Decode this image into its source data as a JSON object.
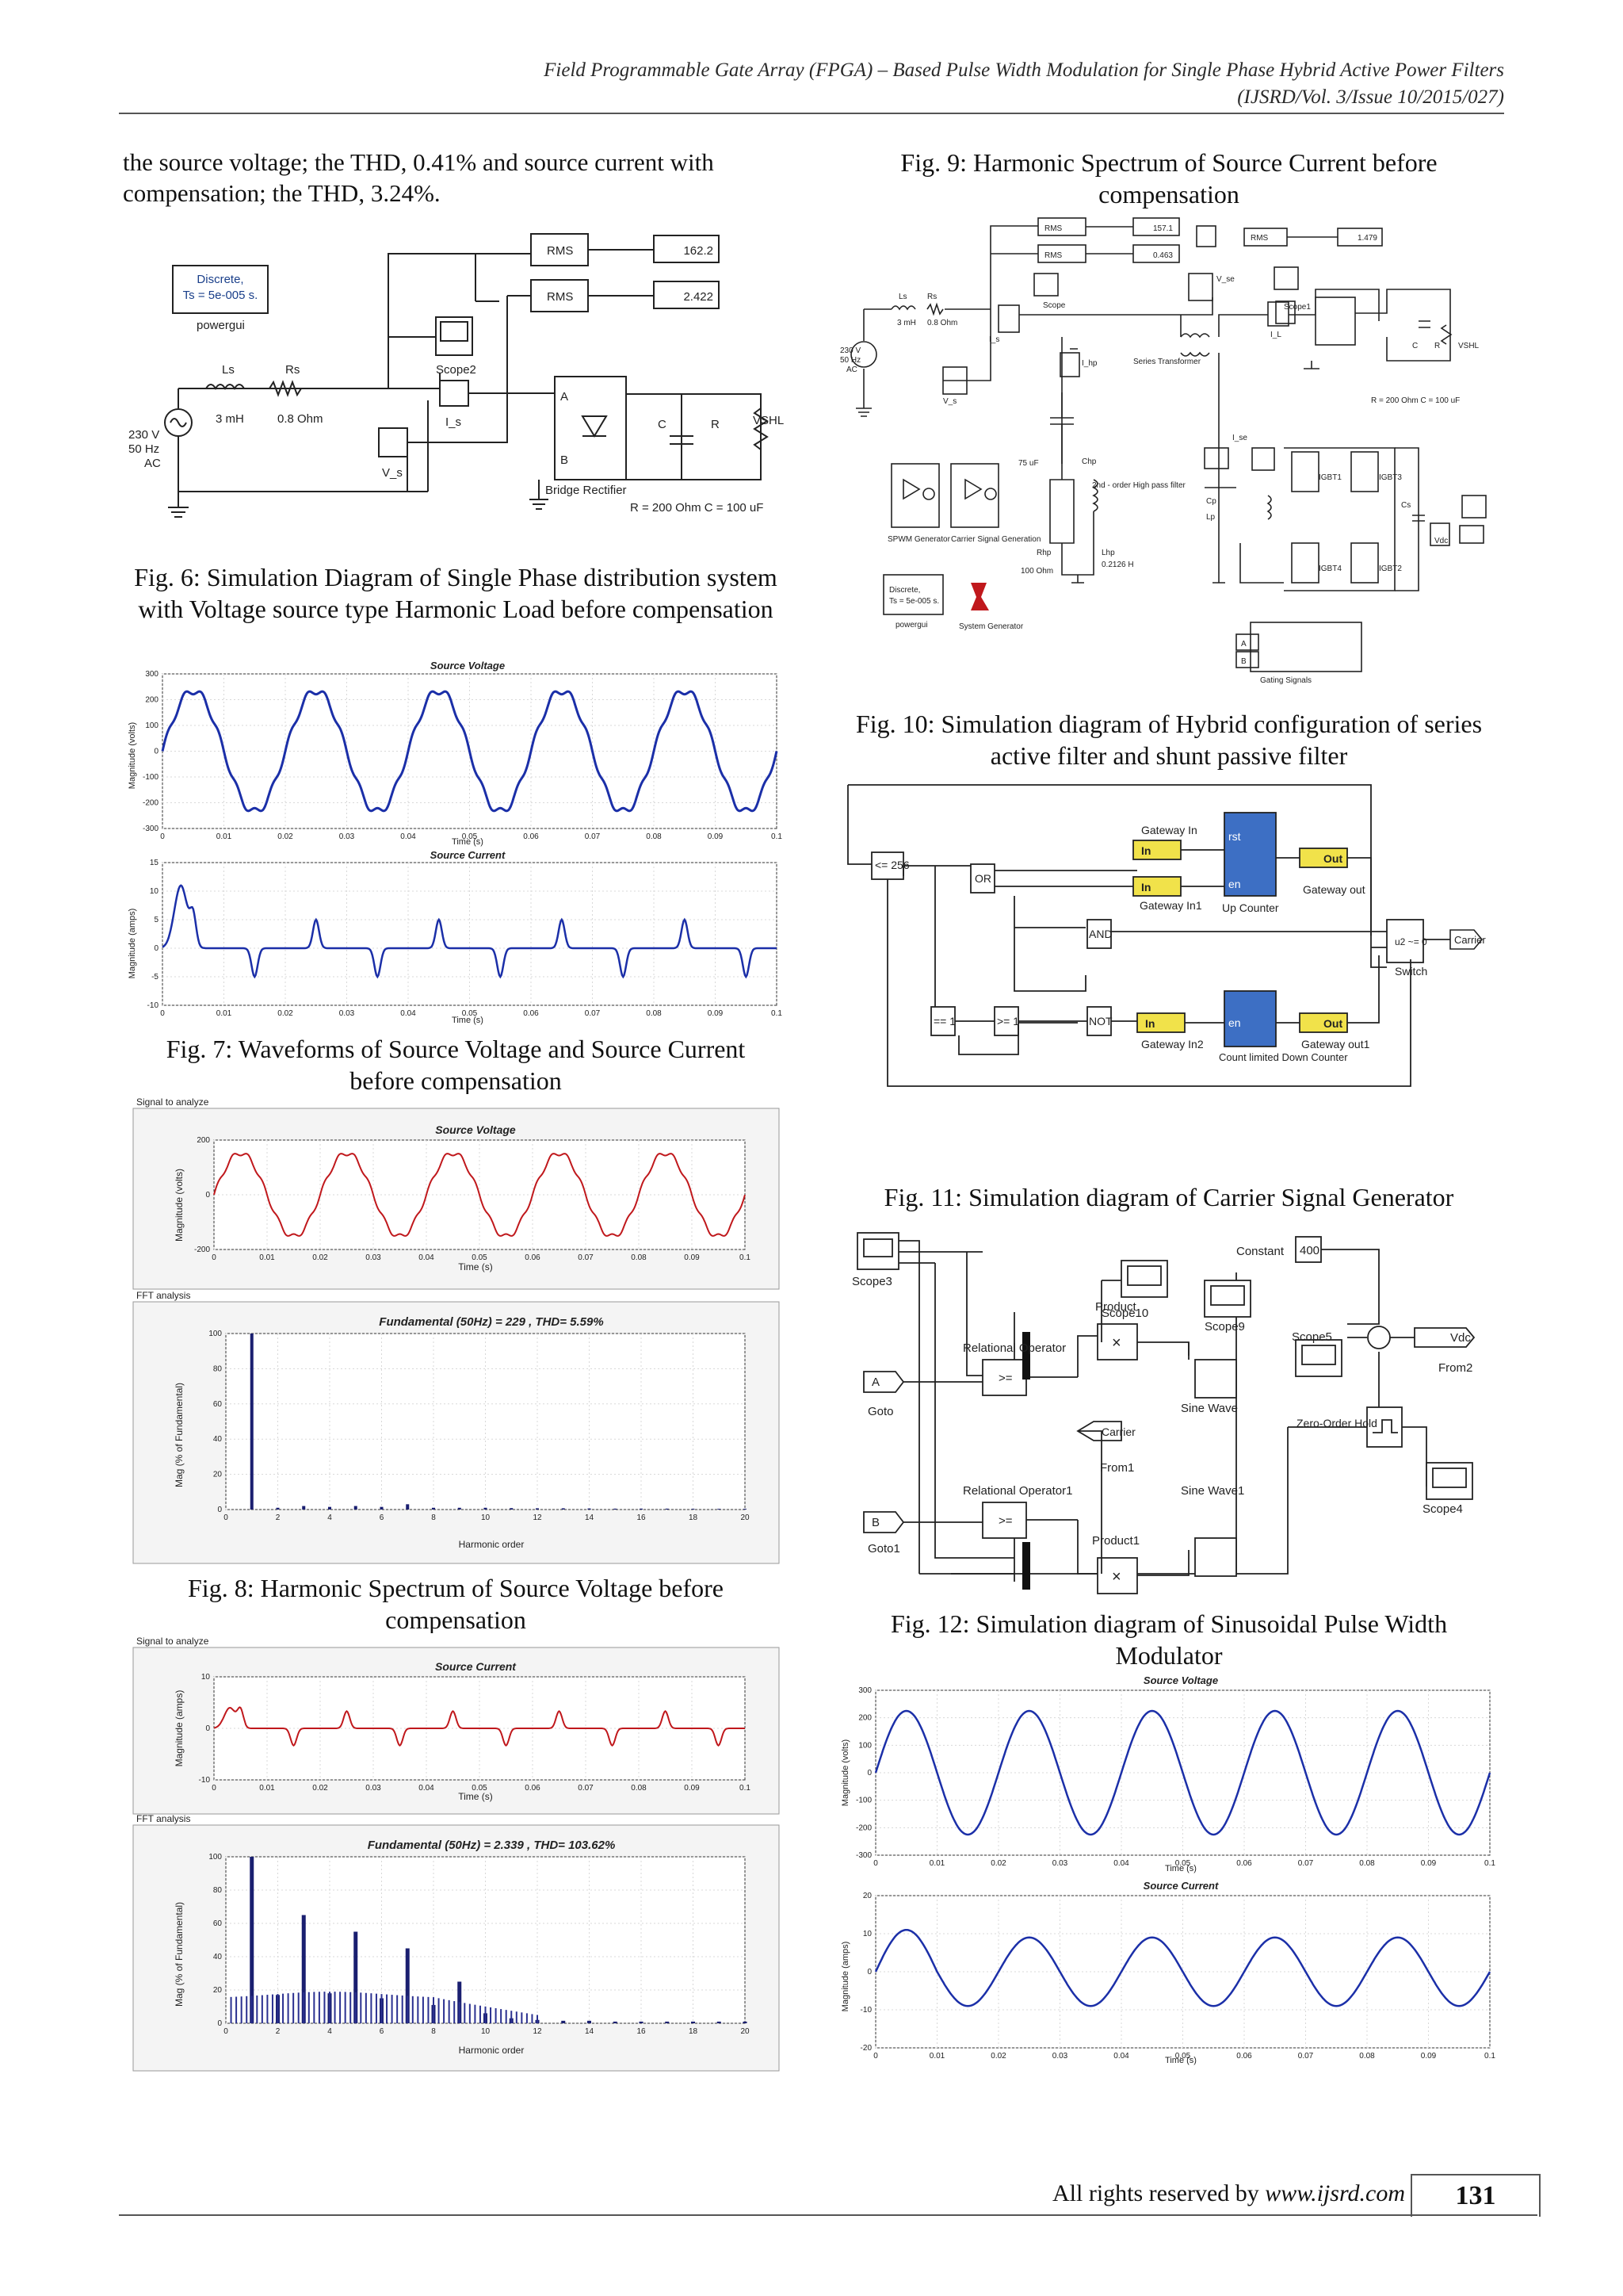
{
  "header": {
    "line1": "Field Programmable Gate Array (FPGA) – Based Pulse Width Modulation for Single Phase Hybrid Active Power Filters",
    "line2": "(IJSRD/Vol. 3/Issue 10/2015/027)"
  },
  "body_text": "the source voltage; the THD, 0.41% and source current with compensation; the THD, 3.24%.",
  "figures": {
    "fig6": {
      "caption": "Fig. 6: Simulation Diagram of Single Phase distribution system with Voltage source type Harmonic Load before compensation",
      "powergui_line1": "Discrete,",
      "powergui_line2": "Ts = 5e-005 s.",
      "powergui_name": "powergui",
      "ls": "Ls",
      "ls_val": "3 mH",
      "rs": "Rs",
      "rs_val": "0.8 Ohm",
      "source_line1": "230 V",
      "source_line2": "50 Hz",
      "source_line3": "AC",
      "rms1": "RMS",
      "rms2": "RMS",
      "display1": "162.2",
      "display2": "2.422",
      "scope2": "Scope2",
      "is": "I_s",
      "vs": "V_s",
      "bridge": "Bridge Rectifier",
      "c": "C",
      "r": "R",
      "vshl": "VSHL",
      "load": "R = 200 Ohm C = 100 uF",
      "a": "A",
      "b": "B"
    },
    "fig7": {
      "caption": "Fig. 7: Waveforms of Source Voltage and Source Current before compensation",
      "plot1_title": "Source Voltage",
      "plot1_ylabel": "Magnitude (volts)",
      "plot1_yticks": [
        "300",
        "200",
        "100",
        "0",
        "-100",
        "-200",
        "-300"
      ],
      "plot2_title": "Source Current",
      "plot2_ylabel": "Magnitude (amps)",
      "plot2_yticks": [
        "15",
        "10",
        "5",
        "0",
        "-5",
        "-10"
      ],
      "xticks": [
        "0",
        "0.01",
        "0.02",
        "0.03",
        "0.04",
        "0.05",
        "0.06",
        "0.07",
        "0.08",
        "0.09",
        "0.1"
      ],
      "xlabel": "Time (s)"
    },
    "fig8": {
      "caption": "Fig. 8: Harmonic Spectrum of Source Voltage before compensation",
      "signal_label": "Signal to analyze",
      "fft_label": "FFT analysis",
      "plot_title": "Source Voltage",
      "ylabel": "Magnitude (volts)",
      "yticks": [
        "200",
        "0",
        "-200"
      ],
      "xticks": [
        "0",
        "0.01",
        "0.02",
        "0.03",
        "0.04",
        "0.05",
        "0.06",
        "0.07",
        "0.08",
        "0.09",
        "0.1"
      ],
      "xlabel": "Time (s)",
      "fft_title": "Fundamental (50Hz) = 229 , THD= 5.59%",
      "fft_ylabel": "Mag (% of Fundamental)",
      "fft_yticks": [
        "100",
        "80",
        "60",
        "40",
        "20",
        "0"
      ],
      "fft_xticks": [
        "0",
        "2",
        "4",
        "6",
        "8",
        "10",
        "12",
        "14",
        "16",
        "18",
        "20"
      ],
      "fft_xlabel": "Harmonic order"
    },
    "fig9": {
      "caption": "Fig. 9: Harmonic Spectrum of Source Current before compensation",
      "signal_label": "Signal to analyze",
      "fft_label": "FFT analysis",
      "plot_title": "Source Current",
      "ylabel": "Magnitude (amps)",
      "yticks": [
        "10",
        "0",
        "-10"
      ],
      "xticks": [
        "0",
        "0.01",
        "0.02",
        "0.03",
        "0.04",
        "0.05",
        "0.06",
        "0.07",
        "0.08",
        "0.09",
        "0.1"
      ],
      "xlabel": "Time (s)",
      "fft_title": "Fundamental (50Hz) = 2.339 , THD= 103.62%",
      "fft_ylabel": "Mag (% of Fundamental)",
      "fft_yticks": [
        "100",
        "80",
        "60",
        "40",
        "20",
        "0"
      ],
      "fft_xticks": [
        "0",
        "2",
        "4",
        "6",
        "8",
        "10",
        "12",
        "14",
        "16",
        "18",
        "20"
      ],
      "fft_xlabel": "Harmonic order"
    },
    "fig10": {
      "caption": "Fig. 10: Simulation diagram of Hybrid configuration of series active filter and shunt passive filter",
      "rms": "RMS",
      "d1": "157.1",
      "d2": "0.463",
      "d3": "1.479",
      "source_line1": "230 V",
      "source_line2": "50 Hz",
      "source_line3": "AC",
      "ls": "Ls",
      "ls_val": "3 mH",
      "rs": "Rs",
      "rs_val": "0.8 Ohm",
      "scope": "Scope",
      "scope1": "Scope1",
      "is": "I_s",
      "vs": "V_s",
      "il": "I_L",
      "vse": "V_se",
      "series_transformer": "Series Transformer",
      "ihp": "I_hp",
      "ise": "I_se",
      "chp_val": "75 uF",
      "chp": "Chp",
      "hpf": "2nd - order High pass filter",
      "rhp": "Rhp",
      "rhp_val": "100 Ohm",
      "lhp": "Lhp",
      "lhp_val": "0.2126 H",
      "lp": "Lp",
      "cp": "Cp",
      "cs": "Cs",
      "vdc": "Vdc",
      "igbt1": "IGBT1",
      "igbt2": "IGBT2",
      "igbt3": "IGBT3",
      "igbt4": "IGBT4",
      "spwm": "SPWM Generator",
      "carrier": "Carrier Signal Generation",
      "powergui_line1": "Discrete,",
      "powergui_line2": "Ts = 5e-005 s.",
      "powergui_name": "powergui",
      "system_generator": "System Generator",
      "gating": "Gating Signals",
      "load": "R = 200 Ohm C = 100 uF",
      "c": "C",
      "r": "R",
      "vshl": "VSHL",
      "a": "A",
      "b": "B"
    },
    "fig11": {
      "caption": "Fig. 11: Simulation diagram of Carrier Signal Generator",
      "le256": "<= 256",
      "or": "OR",
      "and": "AND",
      "not": "NOT",
      "eq1": "== 1",
      "ge1": ">= 1",
      "gateway_in": "Gateway In",
      "gateway_in1": "Gateway In1",
      "gateway_in2": "Gateway In2",
      "gateway_out": "Gateway out",
      "gateway_out1": "Gateway out1",
      "in": "In",
      "out": "Out",
      "rst": "rst",
      "en": "en",
      "up_counter": "Up Counter",
      "count_limited": "Count limited Down Counter",
      "switch": "Switch",
      "carrier": "Carrier",
      "switch_cond": "u2 ~= 0"
    },
    "fig12": {
      "caption": "Fig. 12: Simulation diagram of Sinusoidal Pulse Width Modulator",
      "scope3": "Scope3",
      "scope10": "Scope10",
      "scope9": "Scope9",
      "scope5": "Scope5",
      "scope4": "Scope4",
      "product": "Product",
      "product1": "Product1",
      "relational": "Relational Operator",
      "relational1": "Relational Operator1",
      "ge": ">=",
      "times": "×",
      "a": "A",
      "b": "B",
      "goto": "Goto",
      "goto1": "Goto1",
      "carrier": "Carrier",
      "from1": "From1",
      "sine": "Sine Wave",
      "sine1": "Sine Wave1",
      "constant": "Constant",
      "const_val": "400",
      "vdc": "Vdc",
      "from2": "From2",
      "zoh": "Zero-Order Hold"
    },
    "fig13": {
      "plot1_title": "Source Voltage",
      "plot1_ylabel": "Magnitude (volts)",
      "plot1_yticks": [
        "300",
        "200",
        "100",
        "0",
        "-100",
        "-200",
        "-300"
      ],
      "plot2_title": "Source Current",
      "plot2_ylabel": "Magnitude (amps)",
      "plot2_yticks": [
        "20",
        "10",
        "0",
        "-10",
        "-20"
      ],
      "xticks": [
        "0",
        "0.01",
        "0.02",
        "0.03",
        "0.04",
        "0.05",
        "0.06",
        "0.07",
        "0.08",
        "0.09",
        "0.1"
      ],
      "xlabel": "Time (s)"
    }
  },
  "footer": {
    "text": "All rights reserved by ",
    "site": "www.ijsrd.com",
    "page": "131"
  },
  "chart_data": [
    {
      "type": "line",
      "title": "Source Voltage",
      "xlabel": "Time (s)",
      "ylabel": "Magnitude (volts)",
      "xlim": [
        0,
        0.1
      ],
      "ylim": [
        -300,
        300
      ],
      "series": [
        {
          "x": [
            0,
            0.005,
            0.01,
            0.015,
            0.02,
            0.025,
            0.03,
            0.035,
            0.04,
            0.045,
            0.05,
            0.055,
            0.06,
            0.065,
            0.07,
            0.075,
            0.08,
            0.085,
            0.09,
            0.095,
            0.1
          ],
          "values": [
            0,
            235,
            0,
            -235,
            0,
            235,
            0,
            -235,
            0,
            235,
            0,
            -235,
            0,
            235,
            0,
            -235,
            0,
            235,
            0,
            -235,
            0
          ]
        }
      ]
    },
    {
      "type": "line",
      "title": "Source Current",
      "xlabel": "Time (s)",
      "ylabel": "Magnitude (amps)",
      "xlim": [
        0,
        0.1
      ],
      "ylim": [
        -10,
        15
      ],
      "series": [
        {
          "x": [
            0,
            0.003,
            0.01,
            0.015,
            0.02,
            0.025,
            0.03,
            0.035,
            0.04,
            0.045,
            0.05,
            0.055,
            0.06,
            0.065,
            0.07,
            0.075,
            0.08,
            0.085,
            0.09,
            0.095,
            0.1
          ],
          "values": [
            0,
            11,
            0,
            -5,
            0,
            5,
            0,
            -5,
            0,
            5,
            0,
            -5,
            0,
            5,
            0,
            -5,
            0,
            5,
            0,
            -5,
            0
          ]
        }
      ]
    },
    {
      "type": "bar",
      "title": "Fundamental (50Hz) = 229 , THD= 5.59%",
      "xlabel": "Harmonic order",
      "ylabel": "Mag (% of Fundamental)",
      "ylim": [
        0,
        100
      ],
      "categories": [
        1,
        2,
        3,
        4,
        5,
        6,
        7,
        8,
        9,
        10,
        11,
        12,
        13,
        14,
        15,
        16,
        17,
        18,
        19,
        20
      ],
      "values": [
        100,
        1,
        2,
        1.5,
        2,
        1.5,
        3,
        1,
        1,
        1,
        0.8,
        0.7,
        0.7,
        0.6,
        0.5,
        0.5,
        0.5,
        0.4,
        0.4,
        0.4
      ]
    },
    {
      "type": "bar",
      "title": "Fundamental (50Hz) = 2.339 , THD= 103.62%",
      "xlabel": "Harmonic order",
      "ylabel": "Mag (% of Fundamental)",
      "ylim": [
        0,
        100
      ],
      "categories": [
        1,
        2,
        3,
        4,
        5,
        6,
        7,
        8,
        9,
        10,
        11,
        12,
        13,
        14,
        15,
        16,
        17,
        18,
        19,
        20
      ],
      "values": [
        100,
        17,
        65,
        18,
        55,
        15,
        45,
        11,
        25,
        6,
        3,
        2,
        1.5,
        1.5,
        1,
        1,
        1,
        1,
        1,
        1
      ]
    },
    {
      "type": "line",
      "title": "Source Voltage",
      "xlabel": "Time (s)",
      "ylabel": "Magnitude (volts)",
      "xlim": [
        0,
        0.1
      ],
      "ylim": [
        -300,
        300
      ],
      "series": [
        {
          "x": [
            0,
            0.005,
            0.01,
            0.015,
            0.02,
            0.025,
            0.03,
            0.035,
            0.04,
            0.045,
            0.05,
            0.055,
            0.06,
            0.065,
            0.07,
            0.075,
            0.08,
            0.085,
            0.09,
            0.095,
            0.1
          ],
          "values": [
            0,
            225,
            0,
            -225,
            0,
            225,
            0,
            -225,
            0,
            225,
            0,
            -225,
            0,
            225,
            0,
            -225,
            0,
            225,
            0,
            -225,
            0
          ]
        }
      ]
    },
    {
      "type": "line",
      "title": "Source Current",
      "xlabel": "Time (s)",
      "ylabel": "Magnitude (amps)",
      "xlim": [
        0,
        0.1
      ],
      "ylim": [
        -20,
        20
      ],
      "series": [
        {
          "x": [
            0,
            0.005,
            0.01,
            0.015,
            0.02,
            0.025,
            0.03,
            0.035,
            0.04,
            0.045,
            0.05,
            0.055,
            0.06,
            0.065,
            0.07,
            0.075,
            0.08,
            0.085,
            0.09,
            0.095,
            0.1
          ],
          "values": [
            0,
            11,
            0,
            -9,
            0,
            9,
            0,
            -9,
            0,
            9,
            0,
            -9,
            0,
            9,
            0,
            -9,
            0,
            9,
            0,
            -9,
            0
          ]
        }
      ]
    }
  ]
}
